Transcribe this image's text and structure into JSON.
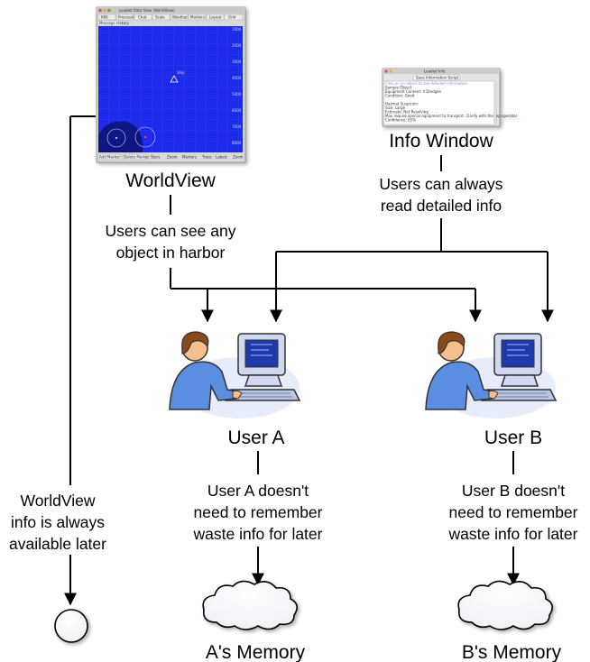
{
  "worldview": {
    "caption": "WorldView",
    "window_title": "Loaded Data View (WorldView)",
    "menu_items": [
      "KKK",
      "Processing",
      "Chat",
      "Scale",
      "Weather",
      "Markers",
      "Layout",
      "Grid"
    ],
    "message_history": "Message History",
    "tick_labels_right": [
      "1000",
      "2000",
      "3000",
      "4000",
      "5000",
      "6000",
      "7000",
      "8000"
    ],
    "object_label": "Ship",
    "footer": {
      "add_marker": "Add Marker",
      "delete_marker": "Delete Marker",
      "checks": [
        "Stars",
        "Zoom",
        "Markers",
        "Trace",
        "Labels"
      ],
      "zoom": "Zoom"
    },
    "bg_color": "#1f2bea"
  },
  "info_window": {
    "caption": "Info Window",
    "window_title": "Loaded Info",
    "button": "Save Information Script",
    "highlight": "Click on an object to see detailed information",
    "lines": [
      "Sample Object",
      "Equipment Content: 4 Dredges",
      "Condition: Good",
      "",
      "Hazmat Suspicion:",
      "Size: Large",
      "Estimate: Not Resolving",
      "May require special equipment to transport. Clarify with the top operator",
      "Confidence: 65%"
    ]
  },
  "edge_labels": {
    "worldview_to_users": [
      "Users can see any",
      "object in harbor"
    ],
    "info_to_users": [
      "Users can always",
      "read detailed info"
    ],
    "user_a_to_memory": [
      "User A doesn't",
      "need to remember",
      "waste info for later"
    ],
    "user_b_to_memory": [
      "User B doesn't",
      "need to remember",
      "waste info for later"
    ],
    "worldview_to_circle": [
      "WorldView",
      "info is always",
      "available later"
    ]
  },
  "users": [
    {
      "caption": "User A",
      "memory": "A's Memory"
    },
    {
      "caption": "User B",
      "memory": "B's Memory"
    }
  ],
  "colors": {
    "user_skin": "#f4c08c",
    "user_shirt": "#5b8de0",
    "user_hair": "#8a4a1e",
    "computer": "#cfd8ee",
    "screen": "#1e3aa8"
  }
}
